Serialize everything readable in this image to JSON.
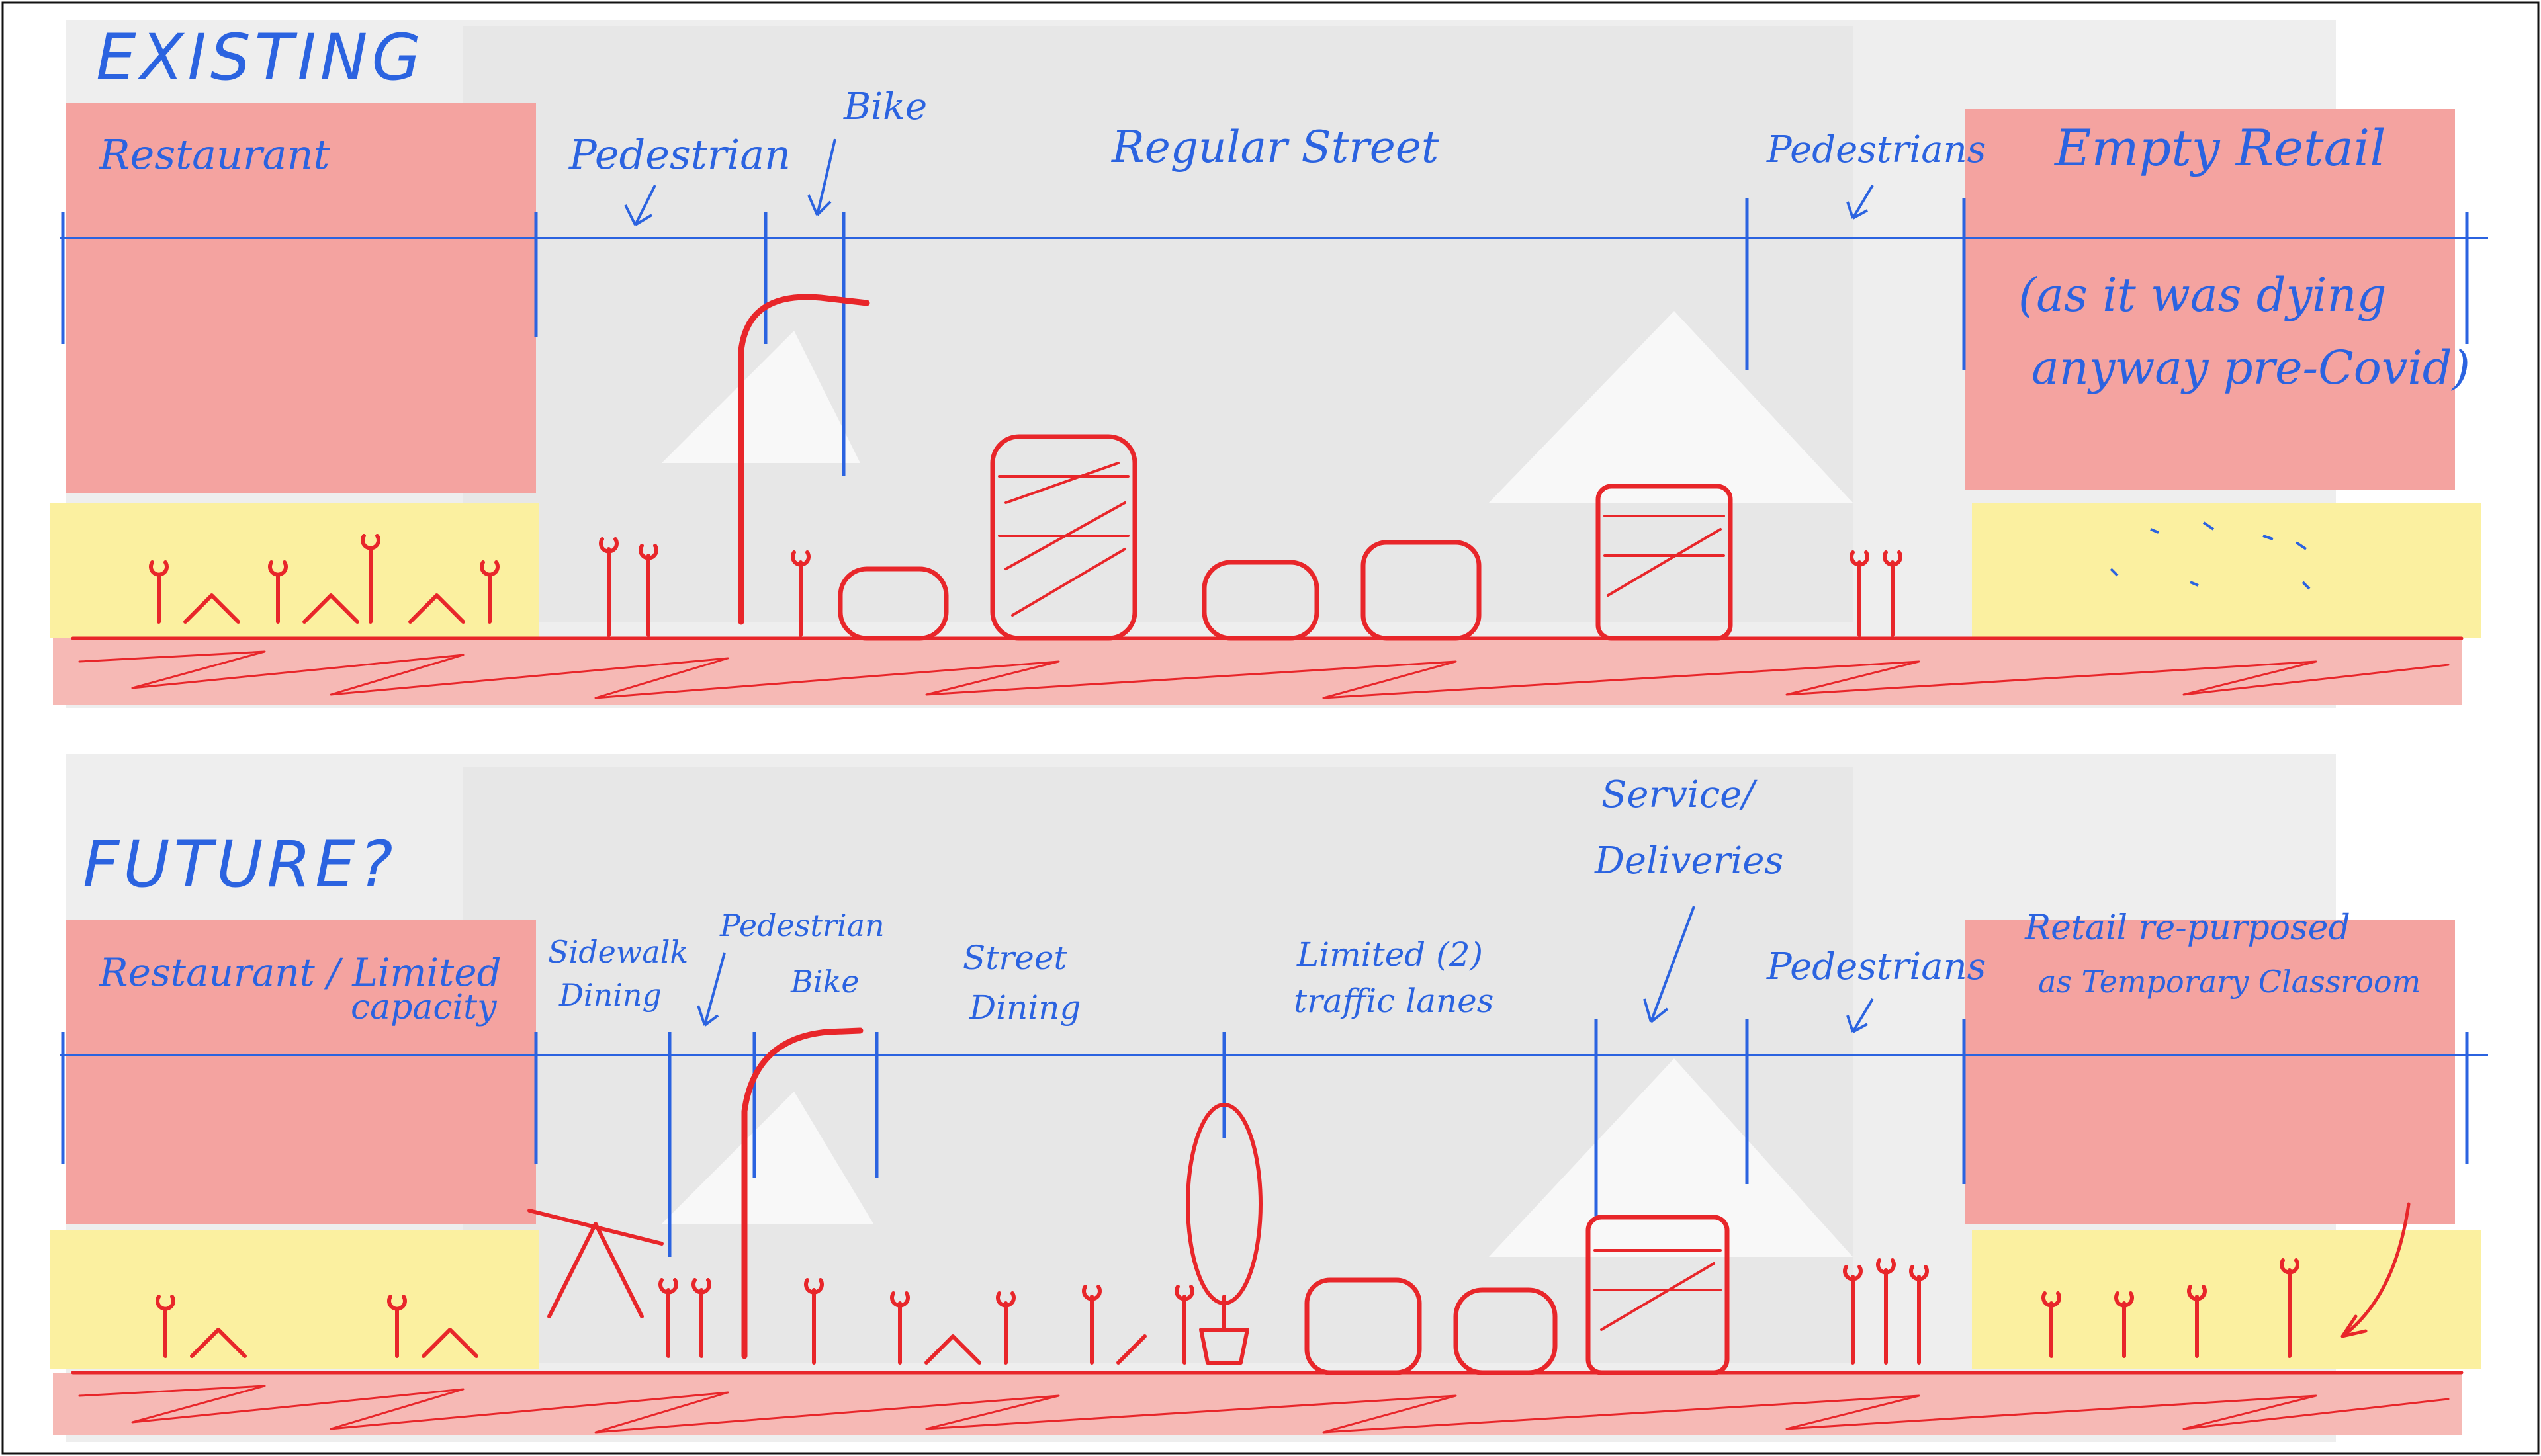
{
  "sections": [
    {
      "id": "existing",
      "heading": "EXISTING",
      "labels": {
        "left_building": "Restaurant",
        "pedestrian_left": "Pedestrian",
        "bike": "Bike",
        "street": "Regular Street",
        "pedestrian_right": "Pedestrians",
        "right_building_line1": "Empty Retail",
        "right_building_line2": "(as it was dying",
        "right_building_line3": "anyway pre-Covid)"
      }
    },
    {
      "id": "future",
      "heading": "FUTURE?",
      "labels": {
        "left_building_line1": "Restaurant / Limited",
        "left_building_line2": "capacity",
        "sidewalk_line1": "Sidewalk",
        "sidewalk_line2": "Dining",
        "pedestrian": "Pedestrian",
        "bike": "Bike",
        "street_dining_line1": "Street",
        "street_dining_line2": "Dining",
        "lanes_line1": "Limited (2)",
        "lanes_line2": "traffic lanes",
        "service_line1": "Service/",
        "service_line2": "Deliveries",
        "pedestrian_right": "Pedestrians",
        "right_building_line1": "Retail re-purposed",
        "right_building_line2": "as Temporary Classroom"
      }
    }
  ],
  "colors": {
    "ink_blue": "#2b63e0",
    "ink_red": "#e8262a",
    "building_pink": "#f4a3a0",
    "storefront_yellow": "#fbf0a0",
    "ground_red": "#f6b9b5",
    "background_gray": "#ededed"
  }
}
